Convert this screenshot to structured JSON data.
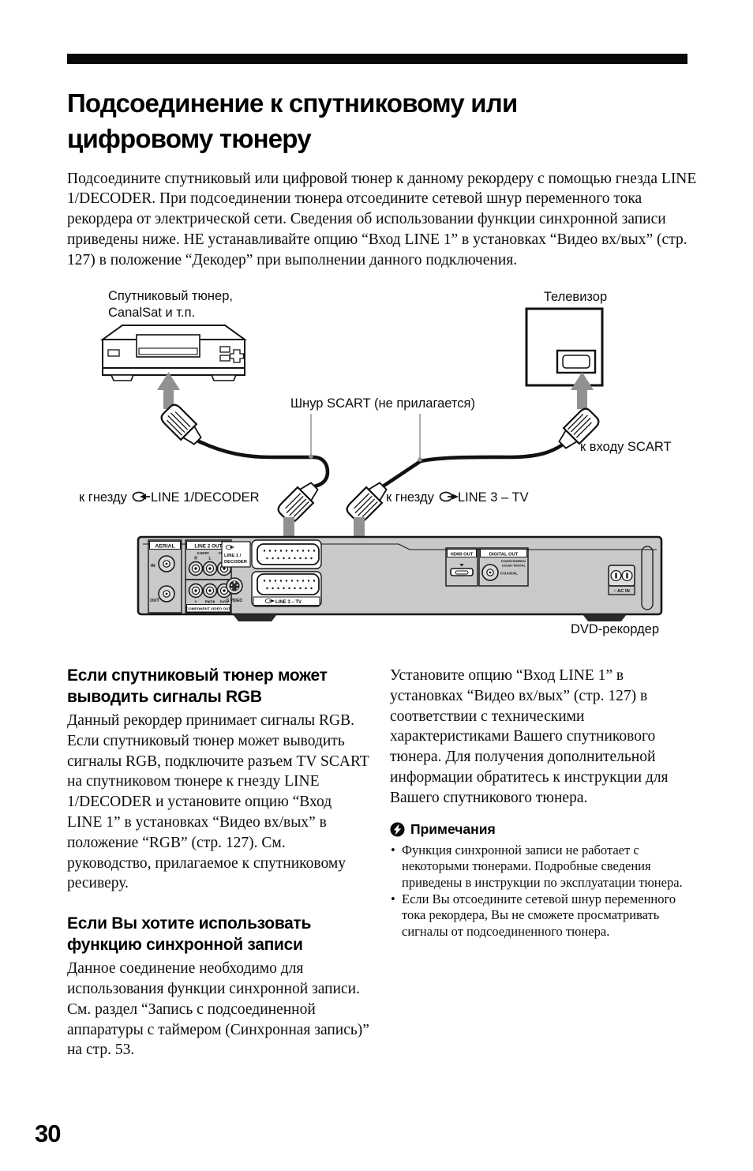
{
  "page": {
    "number": "30",
    "title": "Подсоединение к спутниковому или цифровому тюнеру",
    "intro": "Подсоедините спутниковый или цифровой тюнер к данному рекордеру с помощью гнезда LINE 1/DECODER. При подсоединении тюнера отсоедините сетевой шнур переменного тока рекордера от электрической сети. Сведения об использовании функции синхронной записи приведены ниже. НЕ устанавливайте опцию “Вход LINE 1” в установках “Видео вх/вых” (стр. 127) в положение “Декодер” при выполнении данного подключения."
  },
  "diagram": {
    "tuner_label_line1": "Спутниковый тюнер,",
    "tuner_label_line2": "CanalSat и т.п.",
    "tv_label": "Телевизор",
    "cord_label": "Шнур SCART (не прилагается)",
    "to_jack_prefix_line1": "к гнезду",
    "to_jack_prefix_line3": "к гнезду",
    "line1_jack_label": "LINE 1/DECODER",
    "line3_jack_label": "LINE 3 – TV",
    "to_tv_scart_label": "к входу SCART",
    "recorder_label": "DVD-рекордер",
    "panel": {
      "aerial": "AERIAL",
      "in": "IN",
      "out": "OUT",
      "line2_out": "LINE 2 OUT",
      "audio": "AUDIO",
      "audio_r": "R",
      "audio_l": "L",
      "video": "VIDEO",
      "comp_y": "Y",
      "comp_pbcb": "Pb/Cb",
      "comp_prcr": "Pr/Cr",
      "component_video_out": "COMPONENT VIDEO OUT",
      "s_video": "S VIDEO",
      "line1_row1": "LINE 1 /",
      "line1_row2": "DECODER",
      "line3_strip": "LINE 3 – TV",
      "hdmi_out": "HDMI OUT",
      "digital_out": "DIGITAL OUT",
      "formats_line1": "PCM/DTS/MPEG/",
      "formats_line2": "DOLBY DIGITAL",
      "coaxial": "COAXIAL",
      "ac_in": "~ AC IN"
    }
  },
  "sections": {
    "left": [
      {
        "heading": "Если спутниковый тюнер может выводить сигналы RGB",
        "body": "Данный рекордер принимает сигналы RGB. Если спутниковый тюнер может выводить сигналы RGB, подключите разъем TV SCART на спутниковом тюнере к гнезду LINE 1/DECODER и установите опцию “Вход LINE 1” в установках “Видео вх/вых” в положение “RGB” (стр. 127). См. руководство, прилагаемое к спутниковому ресиверу."
      },
      {
        "heading": "Если Вы хотите использовать функцию синхронной записи",
        "body": "Данное соединение необходимо для использования функции синхронной записи. См. раздел “Запись с подсоединенной аппаратуры с таймером (Синхронная запись)” на стр. 53."
      }
    ],
    "right_paragraph": "Установите опцию “Вход LINE 1” в установках “Видео вх/вых” (стр. 127) в соответствии с техническими характеристиками Вашего спутникового тюнера. Для получения дополнительной информации обратитесь к инструкции для Вашего спутникового тюнера.",
    "notes": {
      "heading": "Примечания",
      "items": [
        "Функция синхронной записи не работает с некоторыми тюнерами. Подробные сведения приведены в инструкции по эксплуатации тюнера.",
        "Если Вы отсоедините сетевой шнур переменного тока рекордера, Вы не сможете просматривать сигналы от подсоединенного тюнера."
      ]
    }
  },
  "colors": {
    "arrow_gray": "#8f9193",
    "panel_gray": "#c8c9ca"
  }
}
